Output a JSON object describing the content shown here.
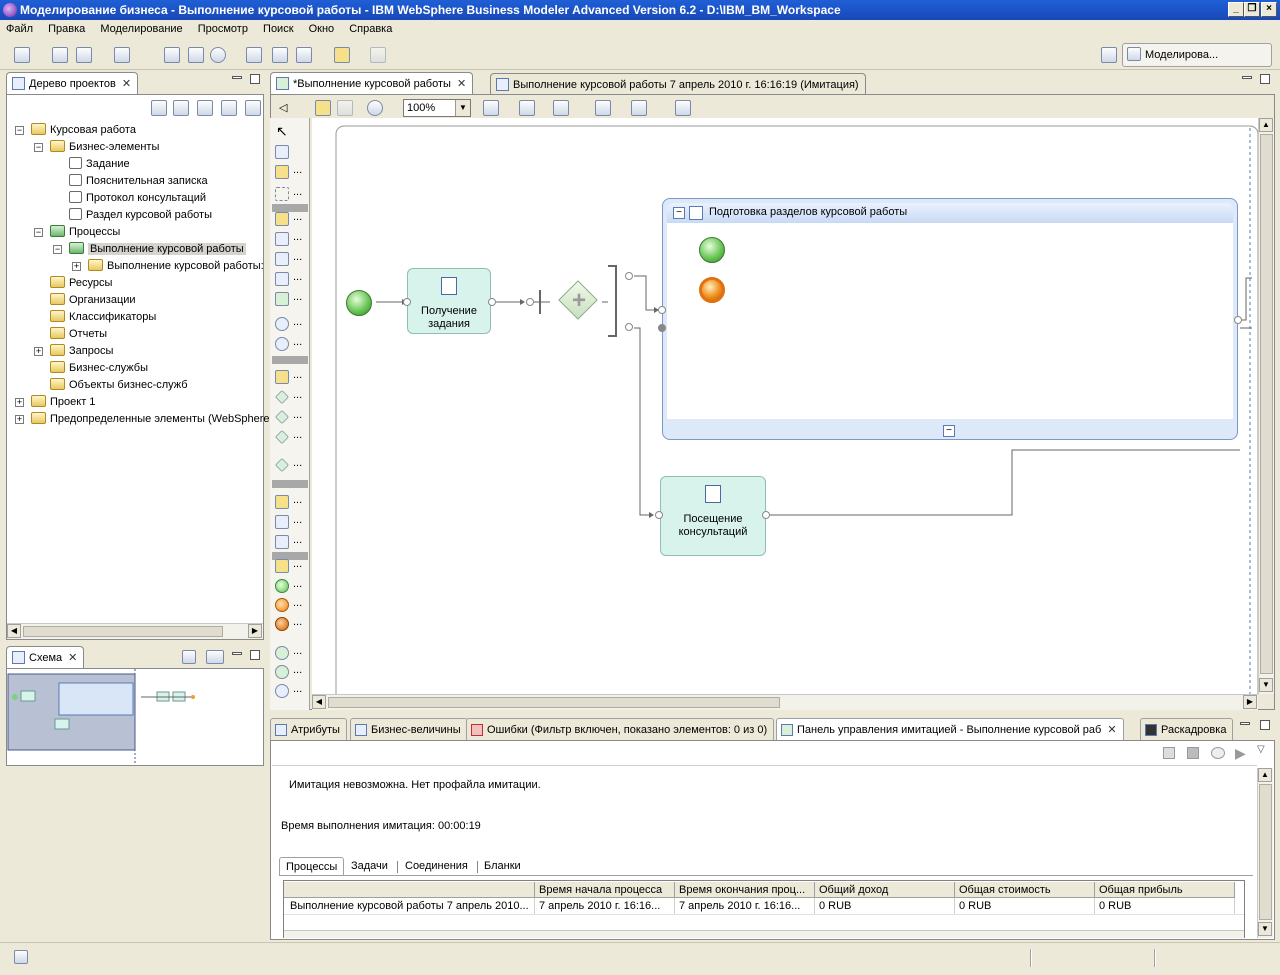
{
  "window": {
    "title": "Моделирование бизнеса - Выполнение курсовой работы - IBM WebSphere Business Modeler Advanced Version 6.2 - D:\\IBM_BM_Workspace",
    "min_label": "_",
    "max_label": "❐",
    "close_label": "×"
  },
  "menu": [
    "Файл",
    "Правка",
    "Моделирование",
    "Просмотр",
    "Поиск",
    "Окно",
    "Справка"
  ],
  "perspective": {
    "label": "Моделирова..."
  },
  "project_tree": {
    "tab_label": "Дерево проектов",
    "items": [
      {
        "label": "Курсовая работа"
      },
      {
        "label": "Бизнес-элементы"
      },
      {
        "label": "Задание"
      },
      {
        "label": "Пояснительная записка"
      },
      {
        "label": "Протокол консультаций"
      },
      {
        "label": "Раздел курсовой работы"
      },
      {
        "label": "Процессы"
      },
      {
        "label": "Выполнение курсовой работы"
      },
      {
        "label": "Выполнение курсовой работы:"
      },
      {
        "label": "Ресурсы"
      },
      {
        "label": "Организации"
      },
      {
        "label": "Классификаторы"
      },
      {
        "label": "Отчеты"
      },
      {
        "label": "Запросы"
      },
      {
        "label": "Бизнес-службы"
      },
      {
        "label": "Объекты бизнес-служб"
      },
      {
        "label": "Проект 1"
      },
      {
        "label": "Предопределенные элементы (WebSphere"
      }
    ]
  },
  "outline": {
    "tab_label": "Схема"
  },
  "editor": {
    "tabs": [
      {
        "label": "*Выполнение курсовой работы"
      },
      {
        "label": "Выполнение курсовой работы 7 апрель 2010 г. 16:16:19 (Имитация)"
      }
    ],
    "zoom": "100%",
    "diagram": {
      "task1": "Получение задания",
      "task2": "Посещение консультаций",
      "subprocess_title": "Подготовка разделов курсовой работы"
    }
  },
  "bottom": {
    "tabs": [
      {
        "label": "Атрибуты"
      },
      {
        "label": "Бизнес-величины"
      },
      {
        "label": "Ошибки (Фильтр включен, показано элементов: 0 из 0)"
      },
      {
        "label": "Панель управления имитацией - Выполнение курсовой раб"
      },
      {
        "label": "Раскадровка"
      }
    ],
    "message": "Имитация невозможна. Нет профайла имитации.",
    "runtime_label": "Время выполнения имитация:",
    "runtime_value": "00:00:19",
    "subtabs": [
      "Процессы",
      "Задачи",
      "Соединения",
      "Бланки"
    ],
    "columns": [
      "",
      "Время начала процесса",
      "Время окончания проц...",
      "Общий доход",
      "Общая стоимость",
      "Общая прибыль"
    ],
    "rows": [
      [
        "Выполнение курсовой работы 7 апрель 2010...",
        "7 апрель 2010 г. 16:16...",
        "7 апрель 2010 г. 16:16...",
        "0 RUB",
        "0 RUB",
        "0 RUB"
      ]
    ]
  },
  "palette_dots": "..."
}
